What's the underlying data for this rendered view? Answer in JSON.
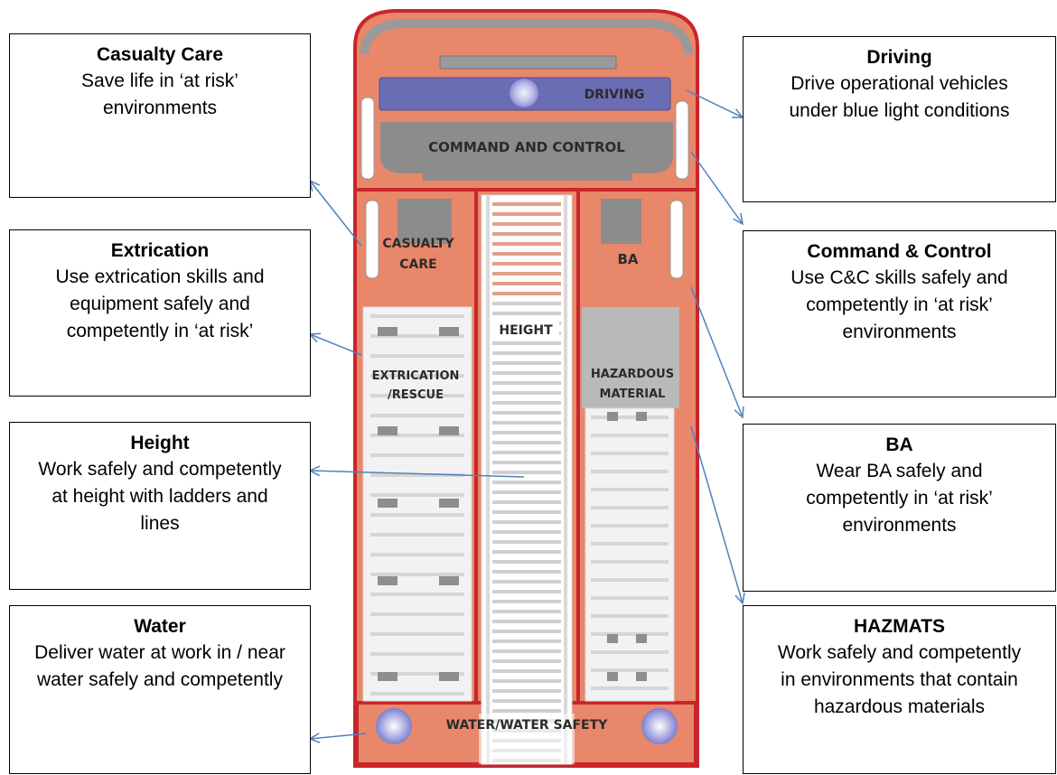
{
  "boxes": {
    "casualty": {
      "title": "Casualty Care",
      "desc": "Save life in ‘at risk’ environments"
    },
    "extrication": {
      "title": "Extrication",
      "desc": "Use extrication skills and equipment safely and competently in ‘at risk’"
    },
    "height": {
      "title": "Height",
      "desc": "Work safely and competently at height with ladders and lines"
    },
    "water": {
      "title": "Water",
      "desc": "Deliver water at work in / near water safely and competently"
    },
    "driving": {
      "title": "Driving",
      "desc": "Drive operational vehicles under blue light conditions"
    },
    "command": {
      "title": "Command & Control",
      "desc": "Use C&C skills safely and competently in ‘at risk’ environments"
    },
    "ba": {
      "title": "BA",
      "desc": "Wear BA safely and competently in ‘at risk’ environments"
    },
    "hazmats": {
      "title": "HAZMATS",
      "desc": "Work safely and competently in environments that contain hazardous materials"
    }
  },
  "truck": {
    "driving": "DRIVING",
    "command": "COMMAND AND CONTROL",
    "casualty_1": "CASUALTY",
    "casualty_2": "CARE",
    "ba": "BA",
    "height": "HEIGHT",
    "extrication_1": "EXTRICATION",
    "extrication_2": "/RESCUE",
    "hazardous_1": "HAZARDOUS",
    "hazardous_2": "MATERIAL",
    "water": "WATER/WATER SAFETY"
  },
  "colors": {
    "truck_body": "#e8876a",
    "truck_outline": "#c8262c",
    "panel_grey": "#8c8c8c",
    "connector": "#4f81bd"
  }
}
